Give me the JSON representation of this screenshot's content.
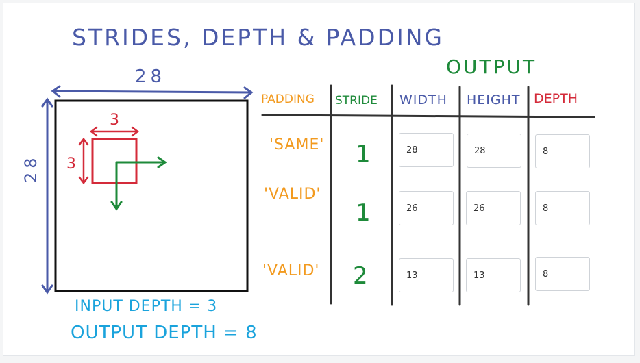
{
  "title": "STRIDES, DEPTH & PADDING",
  "output_heading": "OUTPUT",
  "input_width_label": "28",
  "input_height_label": "28",
  "filter_width_label": "3",
  "filter_height_label": "3",
  "input_depth_label": "INPUT DEPTH = 3",
  "output_depth_label": "OUTPUT DEPTH = 8",
  "colors": {
    "blue_ink": "#4a5aa8",
    "orange_ink": "#f29a1f",
    "green_ink": "#1e8a3a",
    "red_ink": "#d42b3a",
    "cyan_ink": "#1aa3dc",
    "black_ink": "#222222"
  },
  "table": {
    "headers": {
      "padding": "PADDING",
      "stride": "STRIDE",
      "width": "WIDTH",
      "height": "HEIGHT",
      "depth": "DEPTH"
    },
    "rows": [
      {
        "padding": "'SAME'",
        "stride": "1",
        "width": "28",
        "height": "28",
        "depth": "8"
      },
      {
        "padding": "'VALID'",
        "stride": "1",
        "width": "26",
        "height": "26",
        "depth": "8"
      },
      {
        "padding": "'VALID'",
        "stride": "2",
        "width": "13",
        "height": "13",
        "depth": "8"
      }
    ]
  }
}
